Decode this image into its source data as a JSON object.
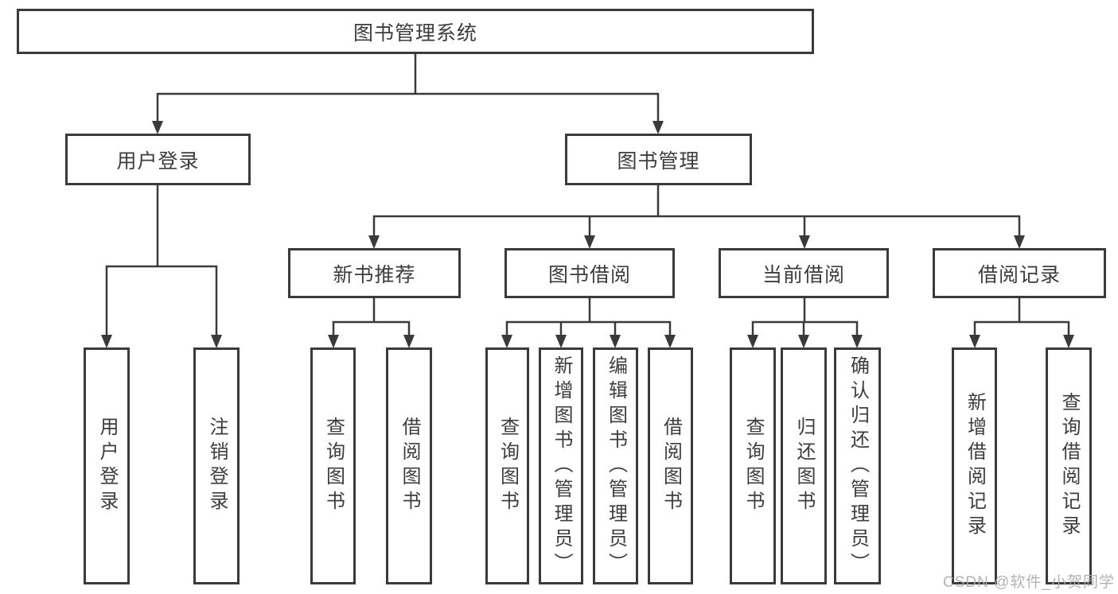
{
  "diagram": {
    "root": {
      "label": "图书管理系统"
    },
    "branches": [
      {
        "label": "用户登录",
        "children": [
          {
            "label": "用户登录"
          },
          {
            "label": "注销登录"
          }
        ]
      },
      {
        "label": "图书管理",
        "children": [
          {
            "label": "新书推荐",
            "children": [
              {
                "label": "查询图书"
              },
              {
                "label": "借阅图书"
              }
            ]
          },
          {
            "label": "图书借阅",
            "children": [
              {
                "label": "查询图书"
              },
              {
                "label": "新增图书（管理员）"
              },
              {
                "label": "编辑图书（管理员）"
              },
              {
                "label": "借阅图书"
              }
            ]
          },
          {
            "label": "当前借阅",
            "children": [
              {
                "label": "查询图书"
              },
              {
                "label": "归还图书"
              },
              {
                "label": "确认归还（管理员）"
              }
            ]
          },
          {
            "label": "借阅记录",
            "children": [
              {
                "label": "新增借阅记录"
              },
              {
                "label": "查询借阅记录"
              }
            ]
          }
        ]
      }
    ]
  },
  "watermark": "CSDN @软件_小贺同学",
  "colors": {
    "line": "#3a3a3a",
    "text": "#3d3d3d",
    "background": "#ffffff",
    "watermark": "#aaaaaa"
  }
}
